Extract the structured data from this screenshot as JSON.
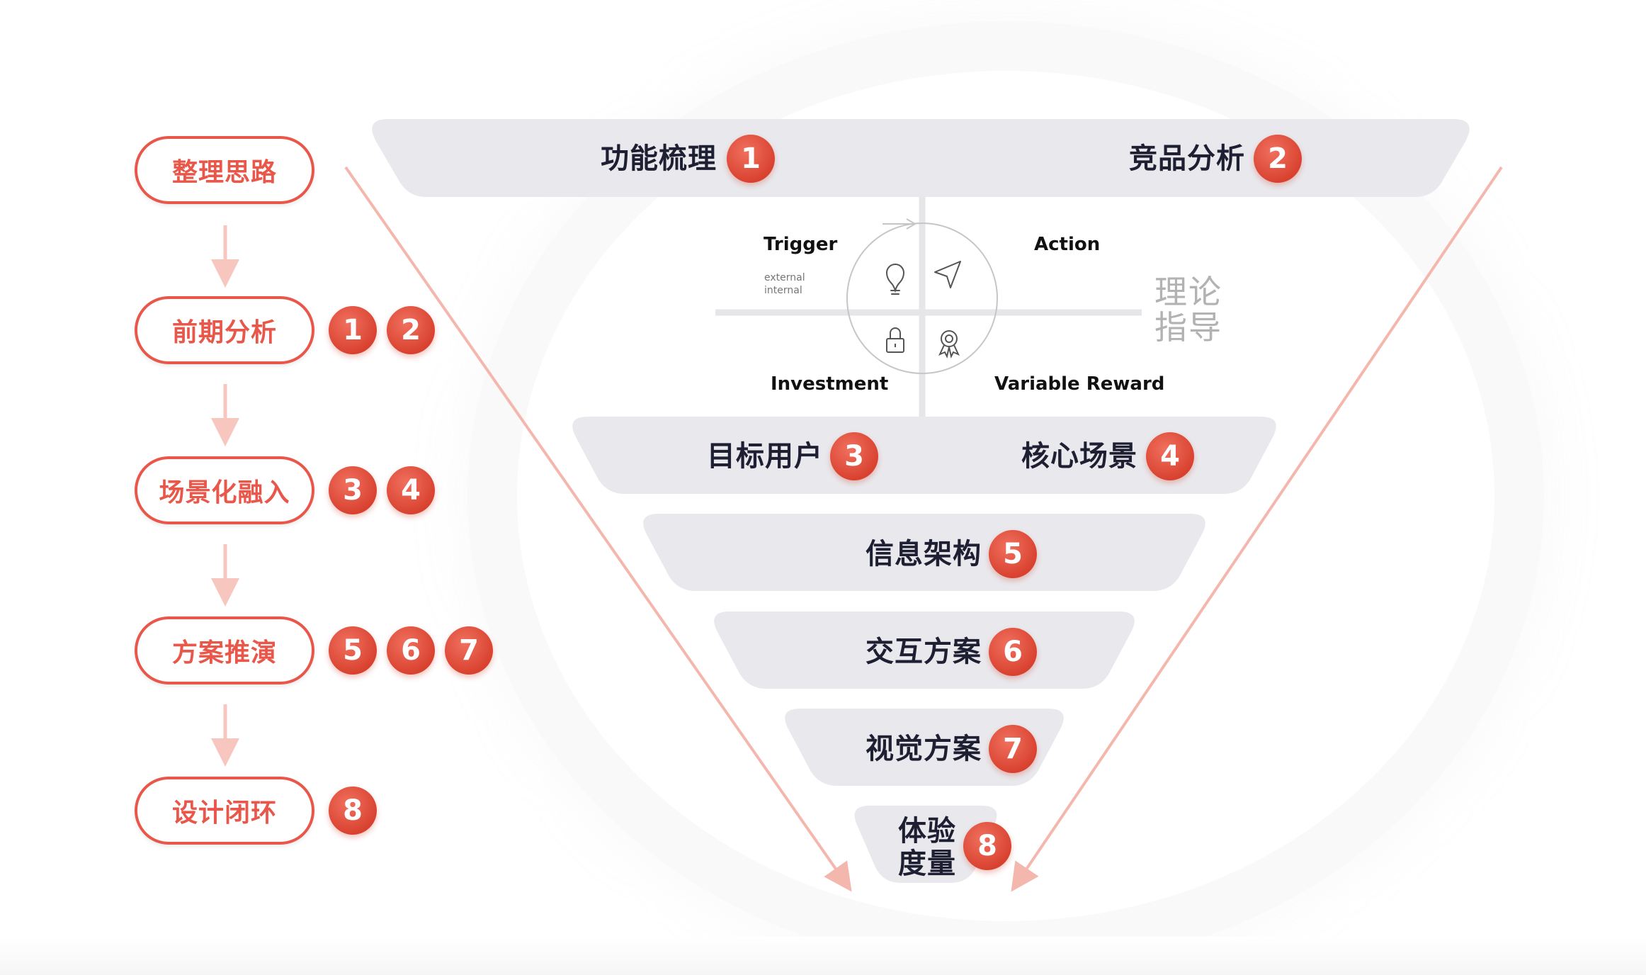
{
  "steps": [
    {
      "label": "整理思路",
      "badges": []
    },
    {
      "label": "前期分析",
      "badges": [
        "1",
        "2"
      ]
    },
    {
      "label": "场景化融入",
      "badges": [
        "3",
        "4"
      ]
    },
    {
      "label": "方案推演",
      "badges": [
        "5",
        "6",
        "7"
      ]
    },
    {
      "label": "设计闭环",
      "badges": [
        "8"
      ]
    }
  ],
  "funnel": {
    "tier1": {
      "left": {
        "label": "功能梳理",
        "badge": "1"
      },
      "right": {
        "label": "竞品分析",
        "badge": "2"
      }
    },
    "tier2": {
      "left": {
        "label": "目标用户",
        "badge": "3"
      },
      "right": {
        "label": "核心场景",
        "badge": "4"
      }
    },
    "tier3": {
      "label": "信息架构",
      "badge": "5"
    },
    "tier4": {
      "label": "交互方案",
      "badge": "6"
    },
    "tier5": {
      "label": "视觉方案",
      "badge": "7"
    },
    "tier6": {
      "label_line1": "体验",
      "label_line2": "度量",
      "badge": "8"
    }
  },
  "hook_model": {
    "trigger": "Trigger",
    "trigger_sub1": "external",
    "trigger_sub2": "internal",
    "action": "Action",
    "investment": "Investment",
    "variable_reward": "Variable Reward",
    "icons": [
      "lightbulb-icon",
      "navigation-arrow-icon",
      "padlock-icon",
      "award-ribbon-icon"
    ]
  },
  "theory_label": {
    "line1": "理论",
    "line2": "指导"
  },
  "colors": {
    "accent": "#e8574a",
    "badge": "#e04a38",
    "tier_fill": "#e9e9ed",
    "tier_text": "#1f1f33",
    "arrow_line": "#f4b7ae"
  }
}
